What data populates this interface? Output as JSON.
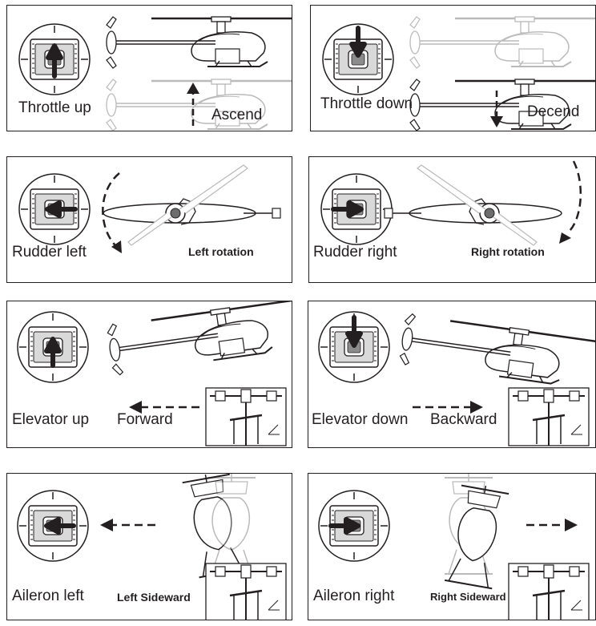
{
  "panels": [
    {
      "control": "Throttle up",
      "action": "Ascend"
    },
    {
      "control": "Throttle down",
      "action": "Decend"
    },
    {
      "control": "Rudder left",
      "action": "Left rotation"
    },
    {
      "control": "Rudder right",
      "action": "Right rotation"
    },
    {
      "control": "Elevator up",
      "action": "Forward"
    },
    {
      "control": "Elevator down",
      "action": "Backward"
    },
    {
      "control": "Aileron left",
      "action": "Left Sideward"
    },
    {
      "control": "Aileron right",
      "action": "Right Sideward"
    }
  ],
  "icons": {
    "stick": "transmitter-stick-icon",
    "heli": "helicopter-icon",
    "arrow": "direction-arrow-icon",
    "swashplate": "swashplate-detail-icon"
  },
  "colors": {
    "line": "#231f20",
    "ghost": "#b8b8b8"
  }
}
